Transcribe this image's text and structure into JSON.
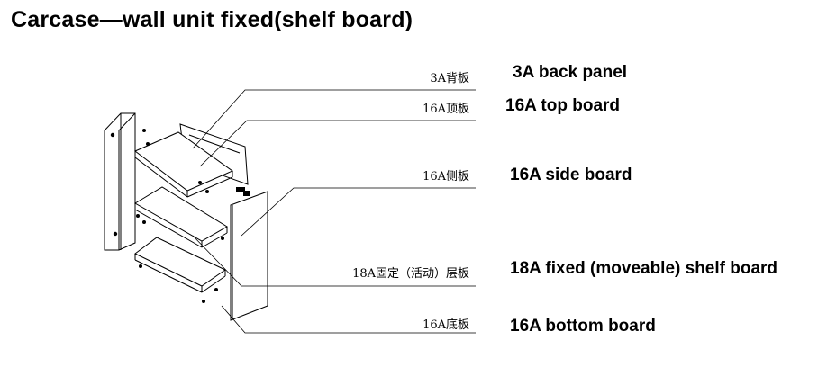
{
  "title": "Carcase—wall unit fixed(shelf board)",
  "parts": [
    {
      "cn": "3A背板",
      "en": "3A back panel"
    },
    {
      "cn": "16A顶板",
      "en": "16A top board"
    },
    {
      "cn": "16A侧板",
      "en": "16A side board"
    },
    {
      "cn": "18A固定（活动）层板",
      "en": "18A fixed (moveable)  shelf board"
    },
    {
      "cn": "16A底板",
      "en": "16A bottom board"
    }
  ]
}
